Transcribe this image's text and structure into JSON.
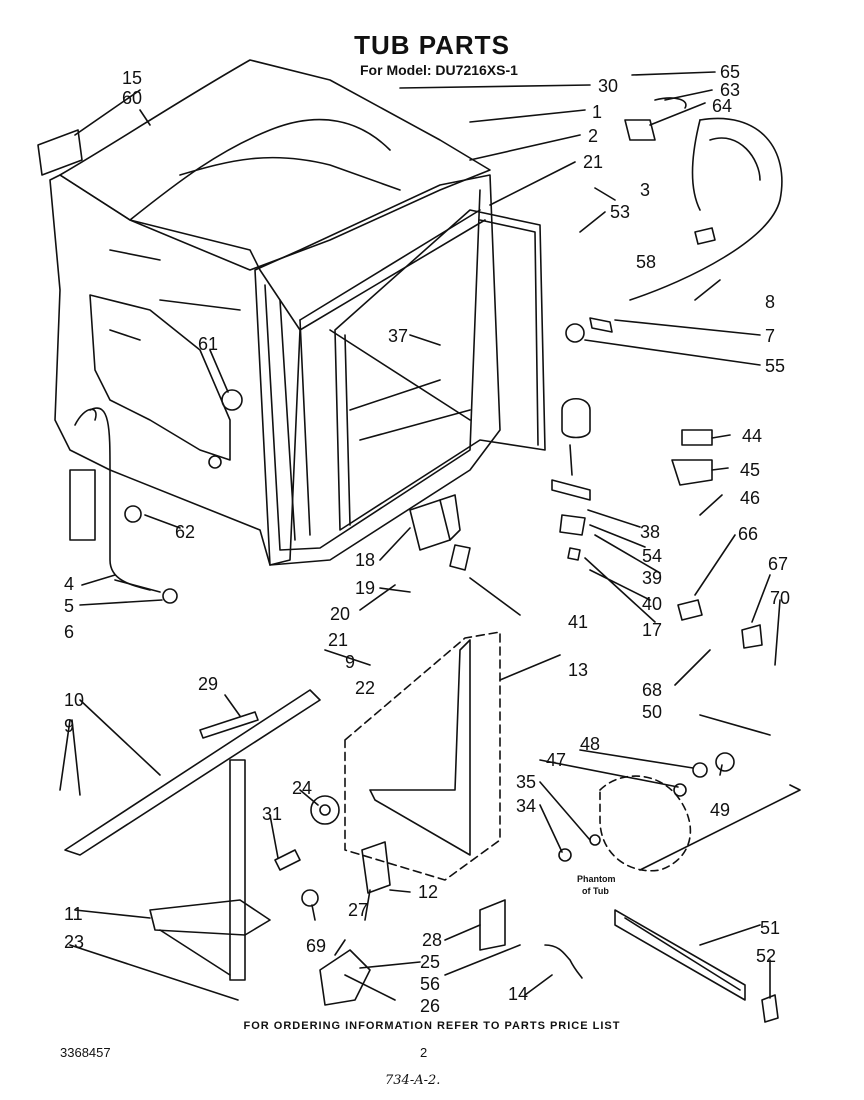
{
  "title": "TUB PARTS",
  "subtitle": "For Model: DU7216XS-1",
  "callouts": [
    "15",
    "60",
    "30",
    "1",
    "65",
    "63",
    "64",
    "2",
    "21",
    "3",
    "53",
    "58",
    "8",
    "7",
    "55",
    "37",
    "61",
    "44",
    "45",
    "46",
    "38",
    "54",
    "39",
    "40",
    "17",
    "66",
    "67",
    "70",
    "62",
    "4",
    "5",
    "6",
    "18",
    "19",
    "20",
    "21",
    "41",
    "9",
    "22",
    "13",
    "68",
    "50",
    "10",
    "9",
    "29",
    "48",
    "47",
    "49",
    "35",
    "34",
    "24",
    "31",
    "11",
    "23",
    "27",
    "12",
    "69",
    "28",
    "25",
    "56",
    "26",
    "14",
    "51",
    "52"
  ],
  "phantom_label": [
    "Phantom",
    "of Tub"
  ],
  "footer": "FOR ORDERING INFORMATION REFER TO PARTS PRICE LIST",
  "doc_number": "3368457",
  "page_number": "2",
  "handwritten_note": "734-A-2."
}
